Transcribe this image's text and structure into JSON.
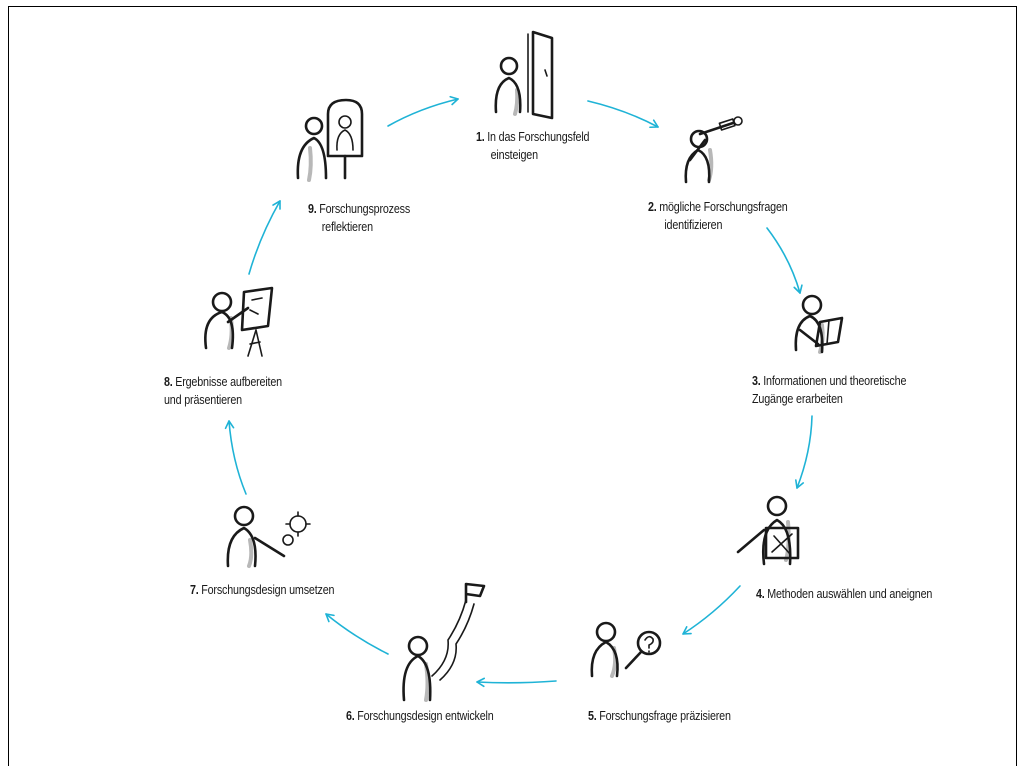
{
  "colors": {
    "arrow": "#1fb3d6",
    "ink": "#1a1a1a",
    "shade": "#b8b8b8",
    "frame": "#000000"
  },
  "steps": [
    {
      "number": "1.",
      "line1": "In das Forschungsfeld",
      "line2": "einsteigen",
      "icon": "person-at-door-icon"
    },
    {
      "number": "2.",
      "line1": "mögliche Forschungsfragen",
      "line2": "identifizieren",
      "icon": "person-with-telescope-icon"
    },
    {
      "number": "3.",
      "line1": "Informationen und theoretische",
      "line2": "Zugänge erarbeiten",
      "icon": "person-reading-book-icon"
    },
    {
      "number": "4.",
      "line1": "Methoden auswählen und aneignen",
      "line2": "",
      "icon": "person-with-tools-board-icon"
    },
    {
      "number": "5.",
      "line1": "Forschungsfrage präzisieren",
      "line2": "",
      "icon": "person-with-magnifier-question-icon"
    },
    {
      "number": "6.",
      "line1": "Forschungsdesign entwickeln",
      "line2": "",
      "icon": "person-with-road-and-flag-icon"
    },
    {
      "number": "7.",
      "line1": "Forschungsdesign umsetzen",
      "line2": "",
      "icon": "person-working-gears-icon"
    },
    {
      "number": "8.",
      "line1": "Ergebnisse aufbereiten",
      "line2": "und präsentieren",
      "icon": "person-presenting-flipchart-icon"
    },
    {
      "number": "9.",
      "line1": "Forschungsprozess",
      "line2": "reflektieren",
      "icon": "person-at-mirror-icon"
    }
  ]
}
